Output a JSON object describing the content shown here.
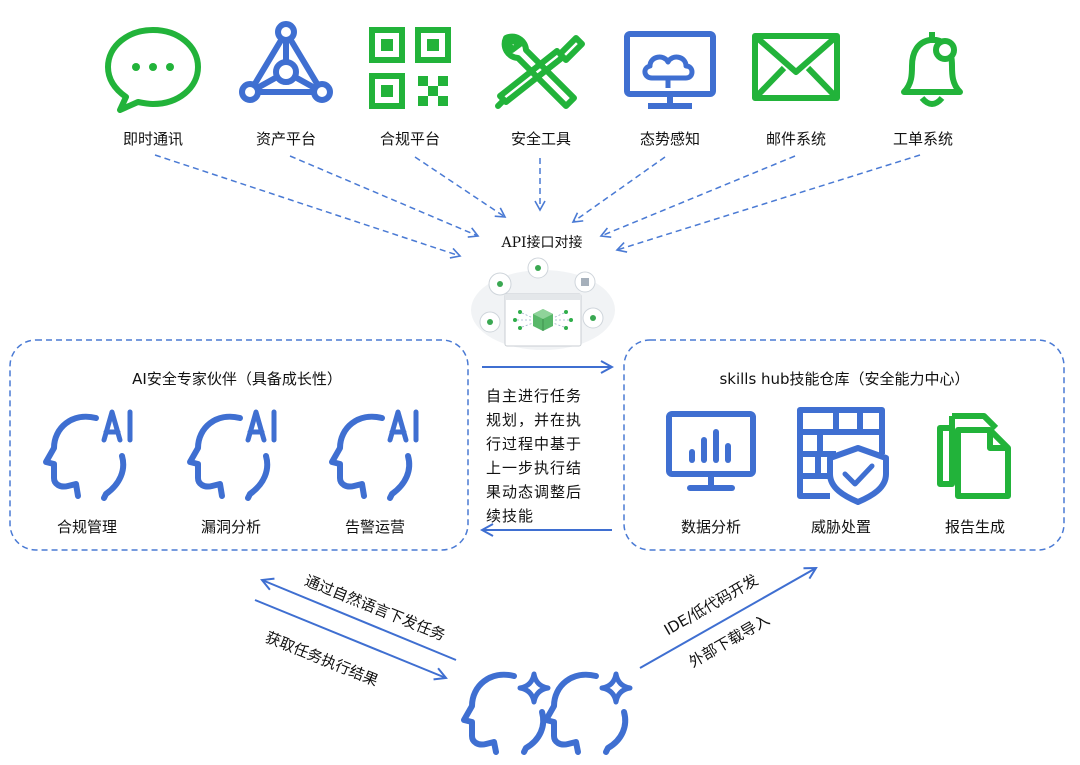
{
  "colors": {
    "green": "#22b33a",
    "blue": "#3f6fd1",
    "dash": "#4a7ad4"
  },
  "top_sources": [
    {
      "label": "即时通讯",
      "icon": "chat-bubble-icon"
    },
    {
      "label": "资产平台",
      "icon": "asset-network-icon"
    },
    {
      "label": "合规平台",
      "icon": "qr-code-icon"
    },
    {
      "label": "安全工具",
      "icon": "tools-icon"
    },
    {
      "label": "态势感知",
      "icon": "cloud-monitor-icon"
    },
    {
      "label": "邮件系统",
      "icon": "envelope-icon"
    },
    {
      "label": "工单系统",
      "icon": "bell-icon"
    }
  ],
  "api": {
    "title": "API接口对接"
  },
  "ai_partner": {
    "title": "AI安全专家伙伴（具备成长性）",
    "roles": [
      {
        "label": "合规管理",
        "icon": "ai-head-icon"
      },
      {
        "label": "漏洞分析",
        "icon": "ai-head-icon"
      },
      {
        "label": "告警运营",
        "icon": "ai-head-icon"
      }
    ]
  },
  "skills_hub": {
    "title": "skills hub技能仓库（安全能力中心）",
    "items": [
      {
        "label": "数据分析",
        "icon": "data-monitor-icon"
      },
      {
        "label": "威胁处置",
        "icon": "shield-firewall-icon"
      },
      {
        "label": "报告生成",
        "icon": "documents-icon"
      }
    ]
  },
  "center_text": "自主进行任务规划，并在执行过程中基于上一步执行结果动态调整后续技能",
  "arrows": {
    "dispatch": "通过自然语言下发任务",
    "results": "获取任务执行结果",
    "ide_line1": "IDE/低代码开发",
    "ide_line2": "外部下载导入"
  }
}
